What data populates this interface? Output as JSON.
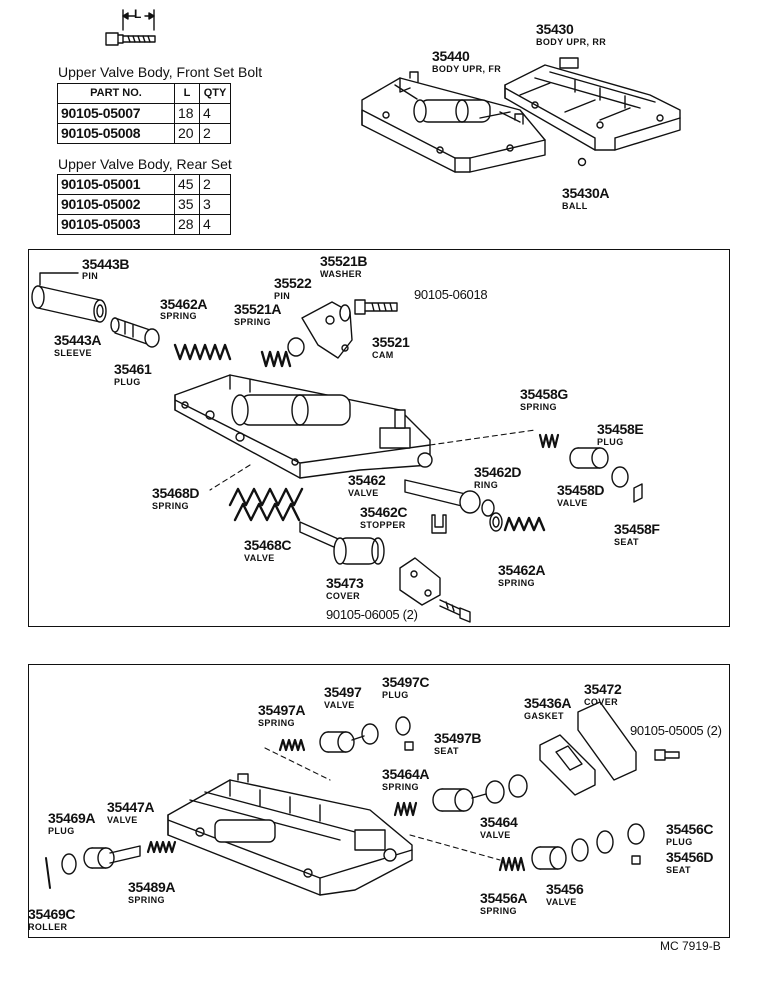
{
  "bolt_dim_label": "L",
  "front_bolt": {
    "title": "Upper Valve Body, Front Set Bolt",
    "headers": [
      "PART NO.",
      "L",
      "QTY"
    ],
    "rows": [
      [
        "90105-05007",
        "18",
        "4"
      ],
      [
        "90105-05008",
        "20",
        "2"
      ]
    ]
  },
  "rear_bolt": {
    "title": "Upper Valve Body, Rear Set",
    "rows": [
      [
        "90105-05001",
        "45",
        "2"
      ],
      [
        "90105-05002",
        "35",
        "3"
      ],
      [
        "90105-05003",
        "28",
        "4"
      ]
    ]
  },
  "top_parts": [
    {
      "num": "35430",
      "name": "BODY UPR, RR"
    },
    {
      "num": "35440",
      "name": "BODY UPR, FR"
    },
    {
      "num": "35430A",
      "name": "BALL"
    }
  ],
  "mid_parts": [
    {
      "num": "35443B",
      "name": "PIN"
    },
    {
      "num": "35443A",
      "name": "SLEEVE"
    },
    {
      "num": "35461",
      "name": "PLUG"
    },
    {
      "num": "35462A",
      "name": "SPRING"
    },
    {
      "num": "35521A",
      "name": "SPRING"
    },
    {
      "num": "35522",
      "name": "PIN"
    },
    {
      "num": "35521B",
      "name": "WASHER"
    },
    {
      "num": "90105-06018",
      "name": ""
    },
    {
      "num": "35521",
      "name": "CAM"
    },
    {
      "num": "35458G",
      "name": "SPRING"
    },
    {
      "num": "35458E",
      "name": "PLUG"
    },
    {
      "num": "35458D",
      "name": "VALVE"
    },
    {
      "num": "35458F",
      "name": "SEAT"
    },
    {
      "num": "35462",
      "name": "VALVE"
    },
    {
      "num": "35462D",
      "name": "RING"
    },
    {
      "num": "35462C",
      "name": "STOPPER"
    },
    {
      "num": "35468D",
      "name": "SPRING"
    },
    {
      "num": "35468C",
      "name": "VALVE"
    },
    {
      "num": "35473",
      "name": "COVER"
    },
    {
      "num": "90105-06005 (2)",
      "name": ""
    },
    {
      "num": "35462A",
      "name": "SPRING"
    }
  ],
  "bot_parts": [
    {
      "num": "35497A",
      "name": "SPRING"
    },
    {
      "num": "35497",
      "name": "VALVE"
    },
    {
      "num": "35497C",
      "name": "PLUG"
    },
    {
      "num": "35497B",
      "name": "SEAT"
    },
    {
      "num": "35436A",
      "name": "GASKET"
    },
    {
      "num": "35472",
      "name": "COVER"
    },
    {
      "num": "90105-05005 (2)",
      "name": ""
    },
    {
      "num": "35464A",
      "name": "SPRING"
    },
    {
      "num": "35464",
      "name": "VALVE"
    },
    {
      "num": "35456C",
      "name": "PLUG"
    },
    {
      "num": "35456D",
      "name": "SEAT"
    },
    {
      "num": "35469A",
      "name": "PLUG"
    },
    {
      "num": "35447A",
      "name": "VALVE"
    },
    {
      "num": "35489A",
      "name": "SPRING"
    },
    {
      "num": "35469C",
      "name": "ROLLER"
    },
    {
      "num": "35456A",
      "name": "SPRING"
    },
    {
      "num": "35456",
      "name": "VALVE"
    }
  ],
  "figure_code": "MC 7919-B"
}
